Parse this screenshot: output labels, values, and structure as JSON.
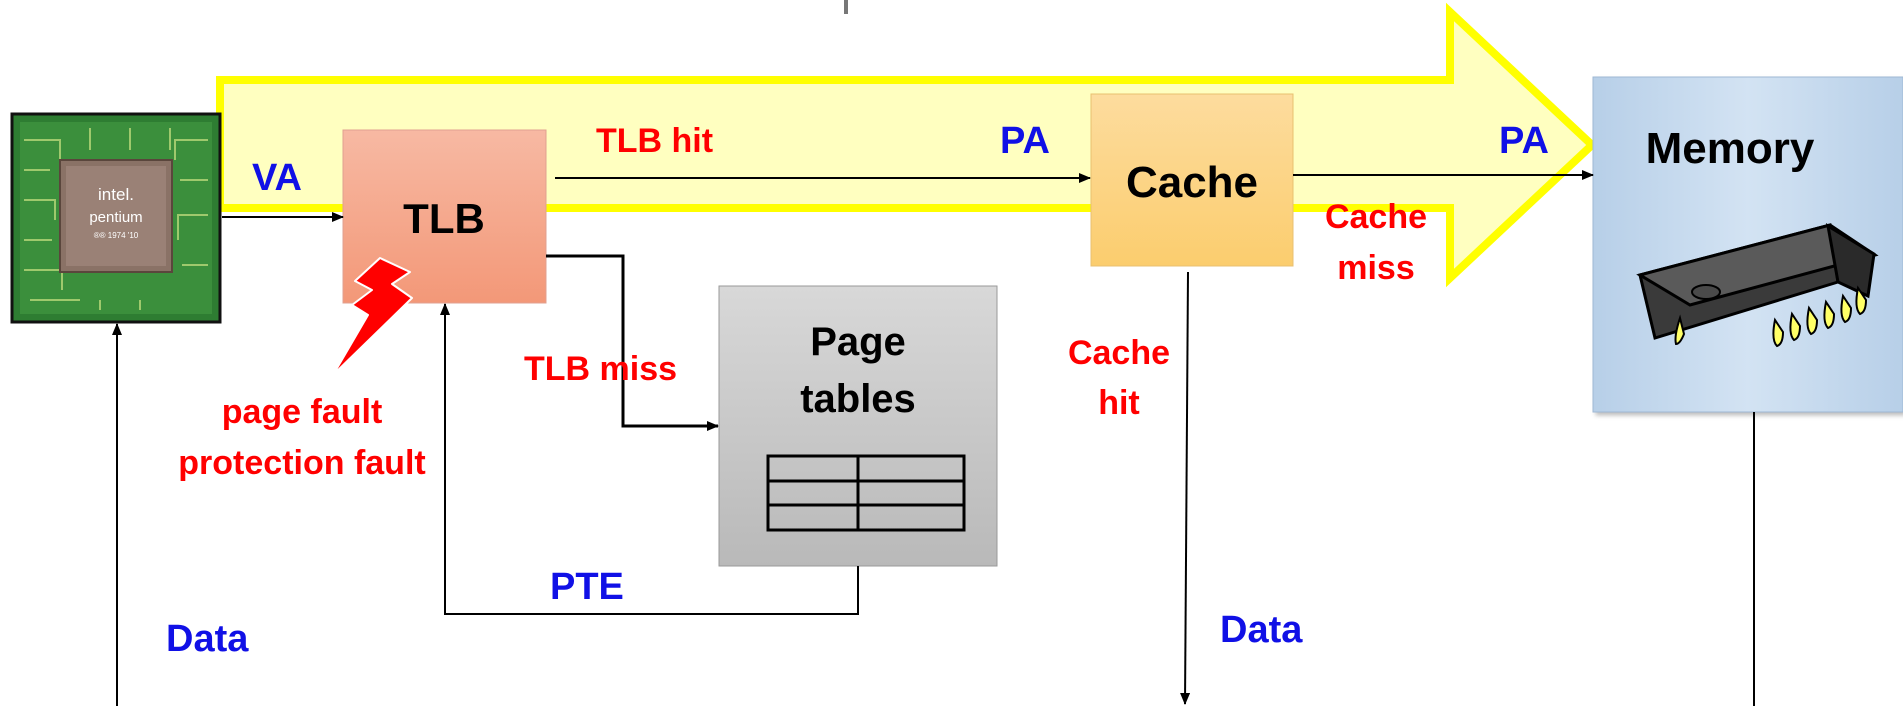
{
  "colors": {
    "red_label": "#ff0000",
    "blue_label": "#1010e6",
    "arrow_fill": "#ffffc0",
    "arrow_stroke": "#ffff00",
    "tlb_fill": "#f4a88a",
    "cache_fill": "#fcd78a",
    "page_tables_fill": "#c9c9c9",
    "memory_fill": "#b8d1ea"
  },
  "boxes": {
    "tlb": "TLB",
    "cache": "Cache",
    "memory": "Memory",
    "page_tables_line1": "Page",
    "page_tables_line2": "tables"
  },
  "cpu": {
    "chip_text_1": "intel.",
    "chip_text_2": "pentium",
    "chip_text_3": "®® 1974 '10"
  },
  "labels": {
    "va": "VA",
    "tlb_hit": "TLB hit",
    "pa_1": "PA",
    "pa_2": "PA",
    "cache_miss_1": "Cache",
    "cache_miss_2": "miss",
    "tlb_miss": "TLB miss",
    "cache_hit_1": "Cache",
    "cache_hit_2": "hit",
    "page_fault": "page fault",
    "protection_fault": "protection fault",
    "pte": "PTE",
    "data_left": "Data",
    "data_mid": "Data"
  }
}
